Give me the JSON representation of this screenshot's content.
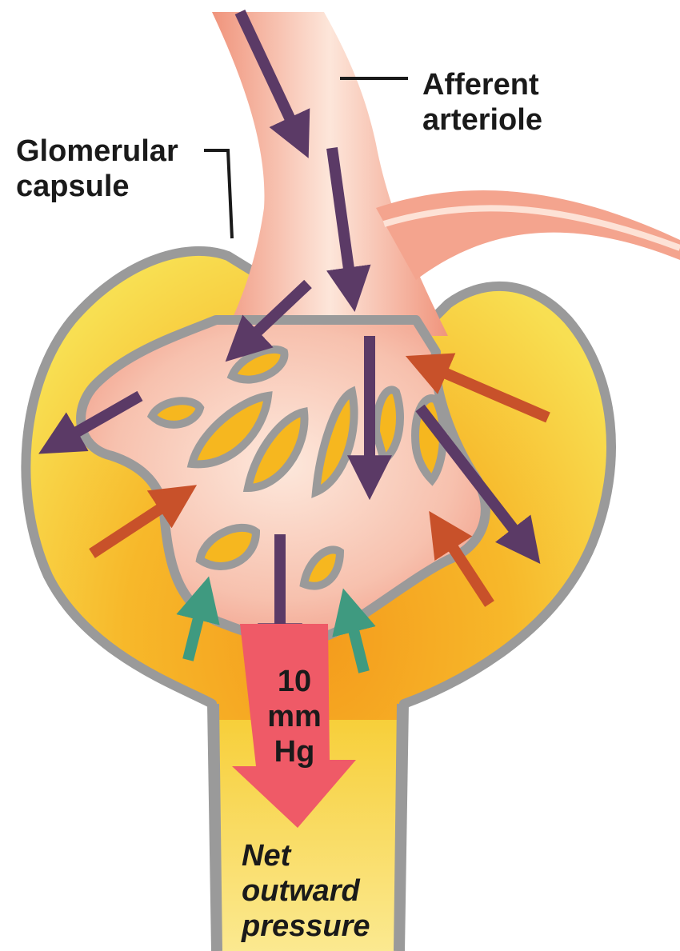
{
  "labels": {
    "afferent_line1": "Afferent",
    "afferent_line2": "arteriole",
    "capsule_line1": "Glomerular",
    "capsule_line2": "capsule"
  },
  "net_pressure": {
    "value": "10",
    "unit_line1": "mm",
    "unit_line2": "Hg",
    "caption_line1": "Net",
    "caption_line2": "outward",
    "caption_line3": "pressure"
  },
  "colors": {
    "capsule_fill": "#f6c72a",
    "capsule_outline": "#9a9a9a",
    "vessel": "#f7b8a8",
    "blood_pressure_arrow": "#5b3a66",
    "plasma_pressure_arrow": "#c8512a",
    "capsule_pressure_arrow": "#3f9a80",
    "net_pressure_arrow": "#ef5a67"
  }
}
